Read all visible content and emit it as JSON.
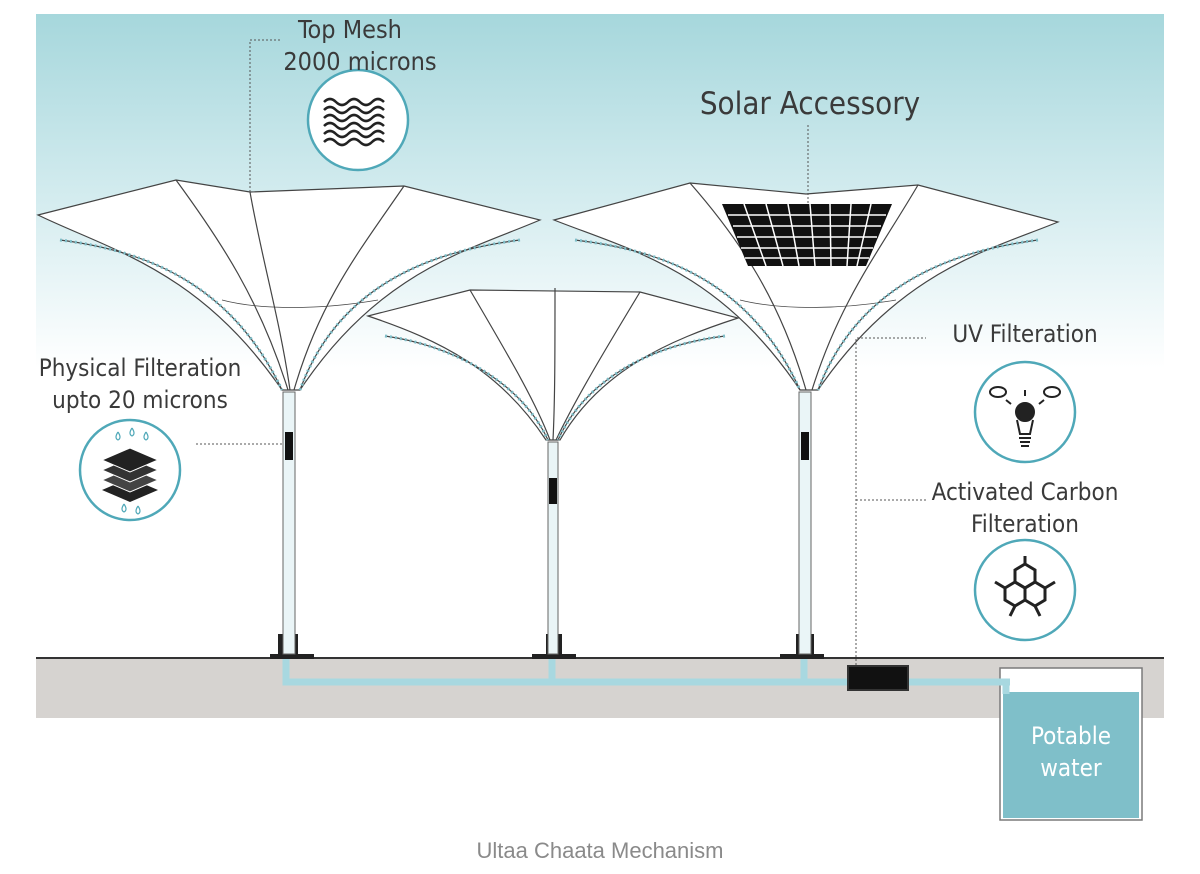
{
  "labels": {
    "top_mesh_title": "Top Mesh",
    "top_mesh_size": "2000 microns",
    "solar": "Solar Accessory",
    "physical_line1": "Physical Filteration",
    "physical_line2": "upto 20 microns",
    "uv": "UV Filteration",
    "carbon_line1": "Activated Carbon",
    "carbon_line2": "Filteration",
    "potable_line1": "Potable",
    "potable_line2": "water"
  },
  "caption": "Ultaa Chaata Mechanism",
  "colors": {
    "sky_top": "#a9d8dd",
    "water": "#7fbfc9",
    "ground": "#d6d3d0",
    "pipe": "#a8d8e0",
    "outline": "#333333",
    "accent_circle": "#4fa8b8"
  },
  "icons": [
    "mesh-icon",
    "solar-panel-icon",
    "filter-layers-icon",
    "uv-bulb-icon",
    "carbon-hexagon-icon"
  ]
}
